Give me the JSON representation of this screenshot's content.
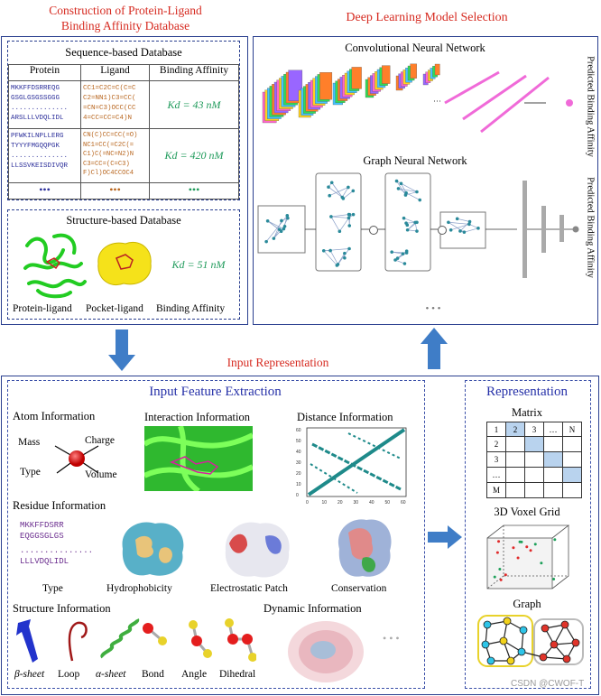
{
  "left_title": [
    "Construction of Protein-Ligand",
    "Binding Affinity Database"
  ],
  "right_title": "Deep Learning Model Selection",
  "sequence_db": {
    "title": "Sequence-based Database",
    "headers": [
      "Protein",
      "Ligand",
      "Binding Affinity"
    ],
    "row1": {
      "protein": [
        "MKKFFDSRREQG",
        "GSGLGSGSSGGG",
        "..............",
        "ARSLLLVDQLIDL"
      ],
      "ligand": [
        "CC1=C2C=C(C=C",
        "C2=NN1)C3=CC(",
        "=CN=C3)OCC(CC",
        "4=CC=CC=C4)N"
      ],
      "affinity": "Kd = 43 nM"
    },
    "row2": {
      "protein": [
        "PFWKILNPLLERG",
        "TYYYFMGQQPGK",
        "..............",
        "LLSSVKEISDIVQR"
      ],
      "ligand": [
        "CN(C)CC=CC(=O)",
        "NC1=CC(=C2C(=",
        "C1)C(=NC=N2)N",
        "C3=CC=(C=C3)",
        "F)Cl)OC4CCOC4"
      ],
      "affinity": "Kd = 420 nM"
    },
    "dots": [
      "•••",
      "•••",
      "•••"
    ]
  },
  "structure_db": {
    "title": "Structure-based Database",
    "affinity": "Kd = 51 nM",
    "labels": [
      "Protein-ligand",
      "Pocket-ligand",
      "Binding Affinity"
    ]
  },
  "cnn": {
    "title": "Convolutional Neural Network",
    "output": "Predicted Binding Affinity"
  },
  "gnn": {
    "title": "Graph Neural Network",
    "output": "Predicted Binding Affinity",
    "more": "• • •"
  },
  "input_representation": "Input Representation",
  "feature_extraction": {
    "title": "Input Feature Extraction",
    "atom": {
      "title": "Atom Information",
      "labels": [
        "Mass",
        "Charge",
        "Type",
        "Volume"
      ]
    },
    "interaction": "Interaction Information",
    "distance": {
      "title": "Distance Information",
      "yticks": [
        "60",
        "50",
        "40",
        "30",
        "20",
        "10",
        "0"
      ],
      "xticks": [
        "0",
        "10",
        "20",
        "30",
        "40",
        "50",
        "60"
      ]
    },
    "residue": {
      "title": "Residue Information",
      "seq": [
        "MKKFFDSRR",
        "EQGGSGLGS",
        "...............",
        "LLLVDQLIDL"
      ],
      "labels": [
        "Type",
        "Hydrophobicity",
        "Electrostatic Patch",
        "Conservation"
      ]
    },
    "structure": {
      "title": "Structure Information",
      "labels": [
        "β-sheet",
        "Loop",
        "α-sheet",
        "Bond",
        "Angle",
        "Dihedral"
      ]
    },
    "dynamic": {
      "title": "Dynamic Information",
      "more": "• • •"
    }
  },
  "representation": {
    "title": "Representation",
    "matrix": {
      "title": "Matrix",
      "header": [
        "1",
        "2",
        "3",
        "…",
        "N"
      ],
      "rows": [
        "2",
        "3",
        "…",
        "M"
      ]
    },
    "voxel": "3D Voxel Grid",
    "graph": "Graph"
  },
  "watermark": "CSDN @CWOF-T",
  "colors": {
    "title_red": "#d62a20",
    "title_blue": "#2530a8",
    "border": "#2a3f8f",
    "arrow": "#3f7dc7",
    "kd_green": "#1e9a5a",
    "seq_blue": "#2b2e9a",
    "smiles_orange": "#b8651d",
    "residue_purple": "#6b2e8f"
  }
}
